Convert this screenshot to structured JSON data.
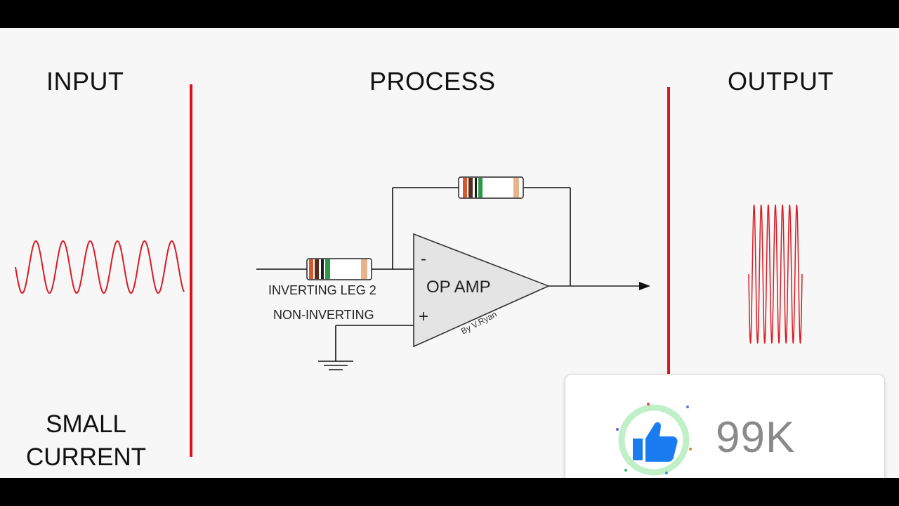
{
  "headings": {
    "input": "INPUT",
    "process": "PROCESS",
    "output": "OUTPUT"
  },
  "input_caption": [
    "SMALL",
    "CURRENT"
  ],
  "diagram": {
    "opamp_label": "OP AMP",
    "inverting_sign": "-",
    "non_inverting_sign": "+",
    "inverting_label": "INVERTING LEG 2",
    "non_inverting_label": "NON-INVERTING",
    "credit": "By V.Ryan"
  },
  "like_widget": {
    "count": "99K",
    "icon": "thumbs-up-icon"
  },
  "colors": {
    "divider": "#e0101a",
    "wave": "#d81b24",
    "like_blue": "#1a7cf0",
    "like_ring": "#bff0c8"
  }
}
